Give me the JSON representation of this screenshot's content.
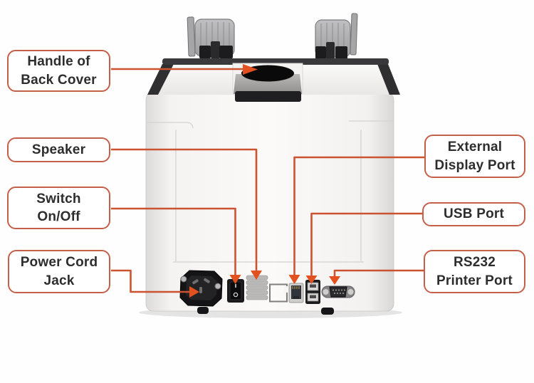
{
  "callouts": {
    "handle": {
      "text": "Handle of\nBack Cover"
    },
    "speaker": {
      "text": "Speaker"
    },
    "switch": {
      "text": "Switch\nOn/Off"
    },
    "power": {
      "text": "Power Cord\nJack"
    },
    "external_display": {
      "text": "External\nDisplay Port"
    },
    "usb": {
      "text": "USB Port"
    },
    "rs232": {
      "text": "RS232\nPrinter Port"
    }
  },
  "colors": {
    "accent": "#c4604a",
    "line": "#cc5330",
    "arrow": "#e2511f",
    "ink": "#2d2d2d"
  }
}
